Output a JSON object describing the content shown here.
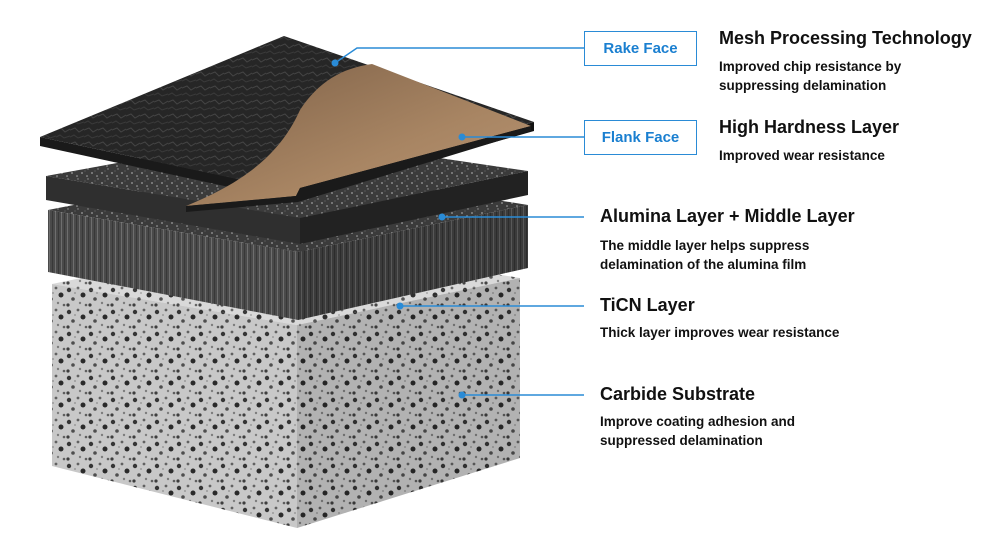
{
  "boxes": {
    "rake": "Rake Face",
    "flank": "Flank Face"
  },
  "labels": {
    "mesh_title": "Mesh Processing Technology",
    "mesh_desc": "Improved chip resistance by suppressing delamination",
    "hardness_title": "High Hardness Layer",
    "hardness_desc": "Improved wear resistance",
    "alumina_title": "Alumina Layer + Middle Layer",
    "alumina_desc": "The middle layer helps suppress delamination of the alumina film",
    "ticn_title": "TiCN Layer",
    "ticn_desc": "Thick layer improves wear resistance",
    "carbide_title": "Carbide Substrate",
    "carbide_desc": "Improve coating adhesion and suppressed delamination"
  },
  "colors": {
    "accent": "#2a8bd6",
    "flank_face": "#a88563",
    "dark_layer": "#2b2b2b",
    "substrate": "#b9b9b9"
  }
}
